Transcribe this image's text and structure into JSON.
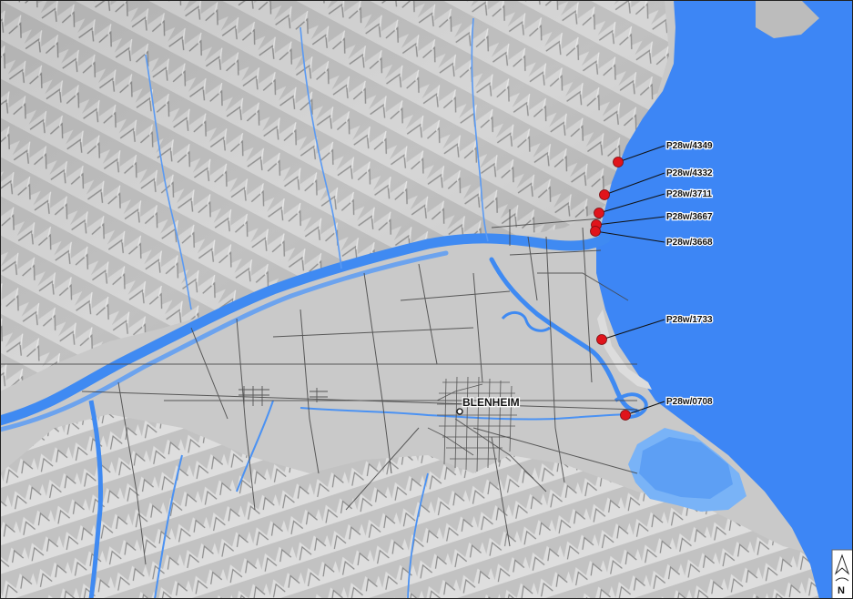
{
  "map": {
    "colors": {
      "sea": "#3d86f5",
      "land": "#c9c9c9",
      "river": "#3f8af2",
      "lagoon": "#79b3f7",
      "well_marker": "#e0141b",
      "road": "#444444"
    },
    "town": {
      "name": "BLENHEIM"
    },
    "wells": [
      {
        "id": "P28w/4349"
      },
      {
        "id": "P28w/4332"
      },
      {
        "id": "P28w/3711"
      },
      {
        "id": "P28w/3667"
      },
      {
        "id": "P28w/3668"
      },
      {
        "id": "P28w/1733"
      },
      {
        "id": "P28w/0708"
      }
    ],
    "north_arrow": {
      "label": "N"
    }
  }
}
